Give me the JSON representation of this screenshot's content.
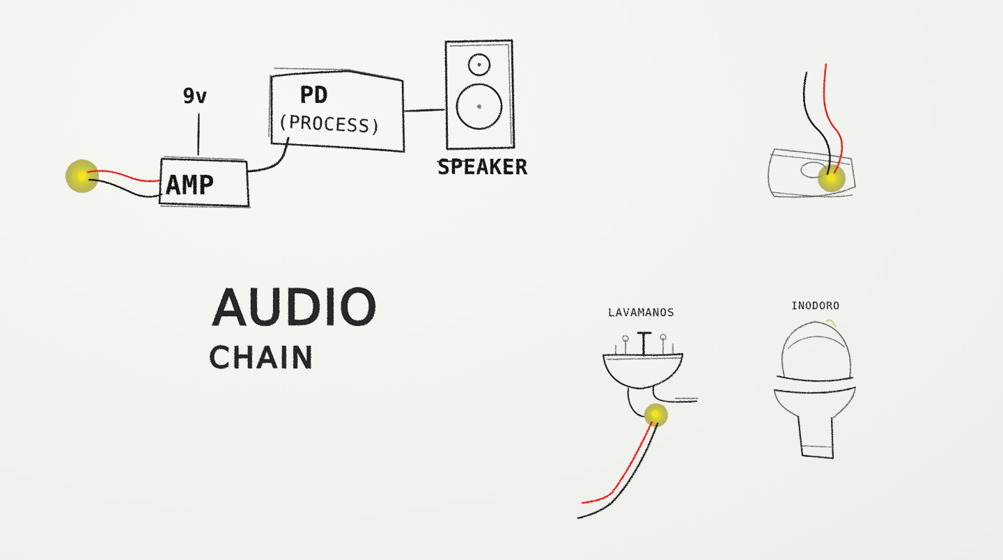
{
  "diagram": {
    "labels": {
      "nine_volt": "9v",
      "amp": "AMP",
      "pd": "PD",
      "process": "(PROCESS)",
      "speaker": "SPEAKER",
      "audio": "AUDIO",
      "chain": "CHAIN",
      "lavamanos": "LAVAMANOS",
      "inodoro": "INODORO"
    },
    "colors": {
      "pencil": "#1b1b1b",
      "wire_red": "#e0241b",
      "wire_black": "#151515",
      "piezo_fill": "#c8c43a",
      "piezo_center": "#f2e21a",
      "paper": "#f4f4f1"
    }
  }
}
